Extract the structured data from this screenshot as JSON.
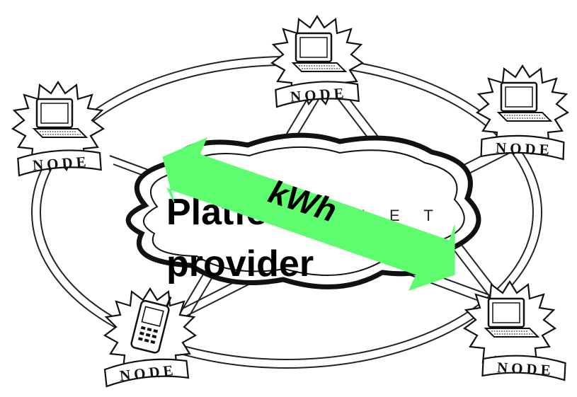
{
  "diagram": {
    "node_label": "NODE",
    "cloud_label": "N E T",
    "platform_line1": "Platform",
    "platform_line2": "provider",
    "arrow_label": "kWh"
  },
  "colors": {
    "arrow": "#5dfd6f",
    "ink": "#111111",
    "background": "#ffffff"
  },
  "icons": [
    "computer-icon",
    "mobile-phone-icon",
    "starburst-icon",
    "cloud-icon",
    "double-arrow-icon"
  ]
}
